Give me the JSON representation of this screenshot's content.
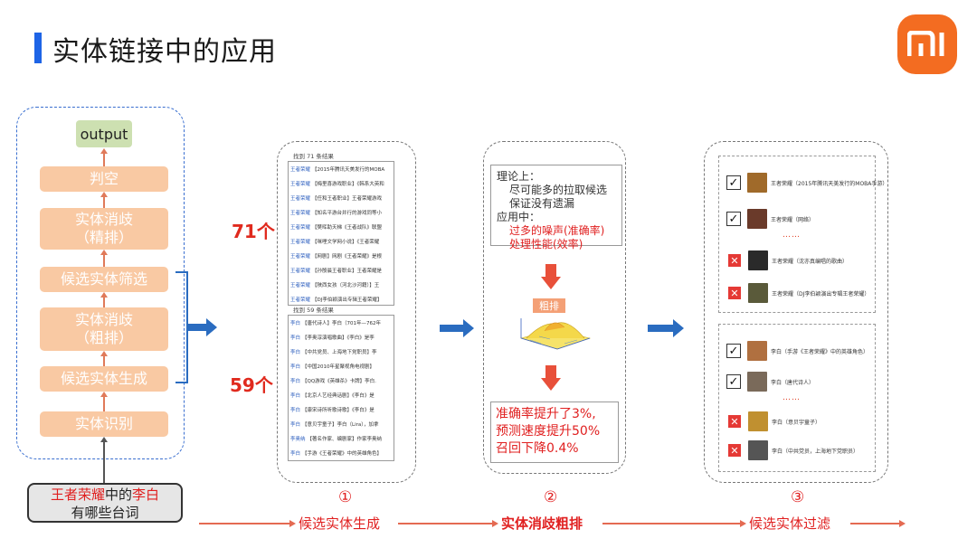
{
  "title": "实体链接中的应用",
  "logo": {
    "text": "mi",
    "color": "#f36c21"
  },
  "pipeline": {
    "output": "output",
    "stages": [
      "判空",
      "实体消歧\n（精排）",
      "候选实体筛选",
      "实体消歧\n（粗排）",
      "候选实体生成",
      "实体识别"
    ],
    "query": {
      "part1": "王者荣耀",
      "part2": "中的",
      "part3": "李白",
      "line2": "有哪些台词"
    }
  },
  "panel1": {
    "count_a": "71个",
    "count_b": "59个",
    "head_a": "找到 71 条结果",
    "head_b": "找到 59 条结果",
    "rows_a": [
      [
        "王者荣耀",
        "【2015年腾讯天美发行的MOBA"
      ],
      [
        "王者荣耀",
        "【梅里喜游戏职业】《韩系大英和"
      ],
      [
        "王者荣耀",
        "【任和王者职业】王者荣耀游戏"
      ],
      [
        "王者荣耀",
        "【知名平游台并行的游戏同等小"
      ],
      [
        "王者荣耀",
        "【樊晖助天梯《王者战队》联盟"
      ],
      [
        "王者荣耀",
        "【咪哩文学网小说】《王者荣耀"
      ],
      [
        "王者荣耀",
        "【网剧】网剧《王者荣耀》是根"
      ],
      [
        "王者荣耀",
        "【孙殷晨王者职业】王者荣耀是"
      ],
      [
        "王者荣耀",
        "【陕西女孩（河北沙河籍）】王"
      ],
      [
        "王者荣耀",
        "【DJ李伯颖演出专辑王者荣耀】"
      ]
    ],
    "rows_b": [
      [
        "李白",
        "【唐代诗人】李白（701年—762年"
      ],
      [
        "李白",
        "【李奥淳演唱歌曲】《李白》是李"
      ],
      [
        "李白",
        "【中共党员、上海地下党职员】李"
      ],
      [
        "李白",
        "【中国2010年星聚视角电视剧】"
      ],
      [
        "李白",
        "【QQ游戏《英雄杀》卡牌】李白."
      ],
      [
        "李白",
        "【北京人艺经典话剧】《李白》是"
      ],
      [
        "李白",
        "【康宋诗所听歌诗歌】《李白》是"
      ],
      [
        "李白",
        "【意贝宇童子】李白（Lira），加拿"
      ],
      [
        "李奥纳",
        "【著名作家、编剧家】作家李奥纳"
      ],
      [
        "李白",
        "【手游《王者荣耀》中的英雄角色】"
      ]
    ]
  },
  "panel2": {
    "theory": [
      "理论上：",
      "尽可能多的拉取候选",
      "保证没有遗漏",
      "应用中：",
      "过多的噪声(准确率)",
      "处理性能(效率)"
    ],
    "cu_label": "粗排",
    "results": [
      "准确率提升了3%,",
      "预测速度提升50%",
      "召回下降0.4%"
    ]
  },
  "panel3": {
    "group_a": [
      {
        "state": "check",
        "text": "王者荣耀（2015年腾讯天美发行的MOBA手游）",
        "color": "#a06a2a"
      },
      {
        "state": "check",
        "text": "王者荣耀（网络）",
        "color": "#6a3a2a"
      },
      {
        "state": "cross",
        "text": "王者荣耀（沈亦真编唱的歌曲）",
        "color": "#2a2a2a"
      },
      {
        "state": "cross",
        "text": "王者荣耀（DJ李伯颖演出专辑王者荣耀）",
        "color": "#5a5a3a"
      }
    ],
    "group_b": [
      {
        "state": "check",
        "text": "李白（手游《王者荣耀》中的英雄角色）",
        "color": "#b07040"
      },
      {
        "state": "check",
        "text": "李白（唐代诗人）",
        "color": "#7a6a5a"
      },
      {
        "state": "cross",
        "text": "李白（意贝宇童子）",
        "color": "#c09030"
      },
      {
        "state": "cross",
        "text": "李白（中共党员，上海地下党职员）",
        "color": "#555555"
      }
    ],
    "dots": "……"
  },
  "steps": [
    {
      "num": "①",
      "label": "候选实体生成"
    },
    {
      "num": "②",
      "label": "实体消歧粗排"
    },
    {
      "num": "③",
      "label": "候选实体过滤"
    }
  ]
}
